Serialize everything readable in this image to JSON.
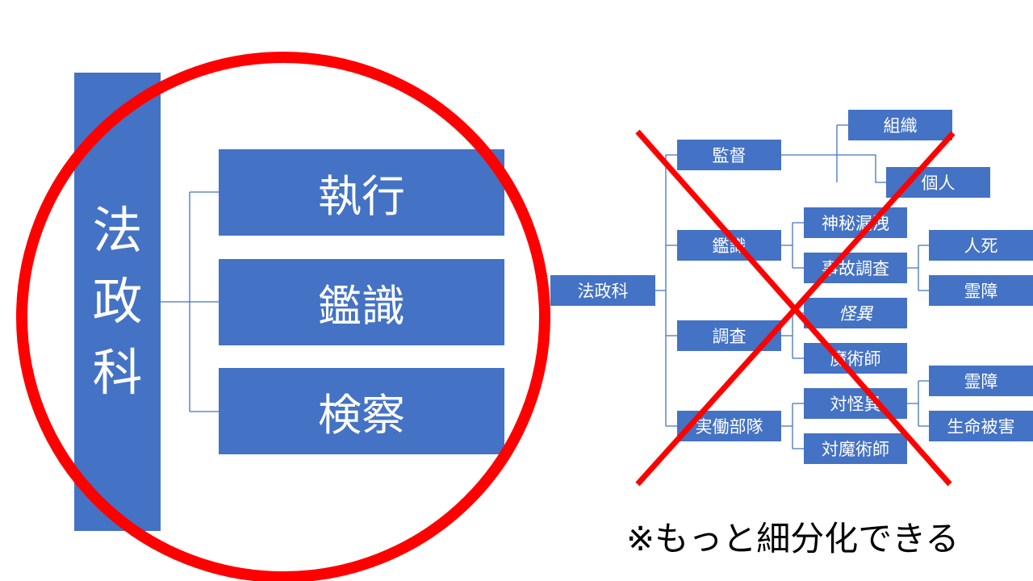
{
  "left": {
    "root_chars": [
      "法",
      "政",
      "科"
    ],
    "children": [
      "執行",
      "鑑識",
      "検察"
    ]
  },
  "right": {
    "root": "法政科",
    "kantoku": {
      "label": "監督",
      "children": [
        "組織",
        "個人"
      ]
    },
    "kanshiki": {
      "label": "鑑識",
      "children": [
        "神秘漏洩",
        "事故調査"
      ],
      "jiko_children": [
        "人死",
        "霊障"
      ]
    },
    "chousa": {
      "label": "調査",
      "children": [
        "怪異",
        "魔術師"
      ]
    },
    "jitsudo": {
      "label": "実働部隊",
      "children": [
        "対怪異",
        "対魔術師"
      ],
      "taikaii_children": [
        "霊障",
        "生命被害"
      ]
    }
  },
  "note": "※もっと細分化できる",
  "colors": {
    "box": "#4472c4",
    "mark": "#ff0000"
  }
}
